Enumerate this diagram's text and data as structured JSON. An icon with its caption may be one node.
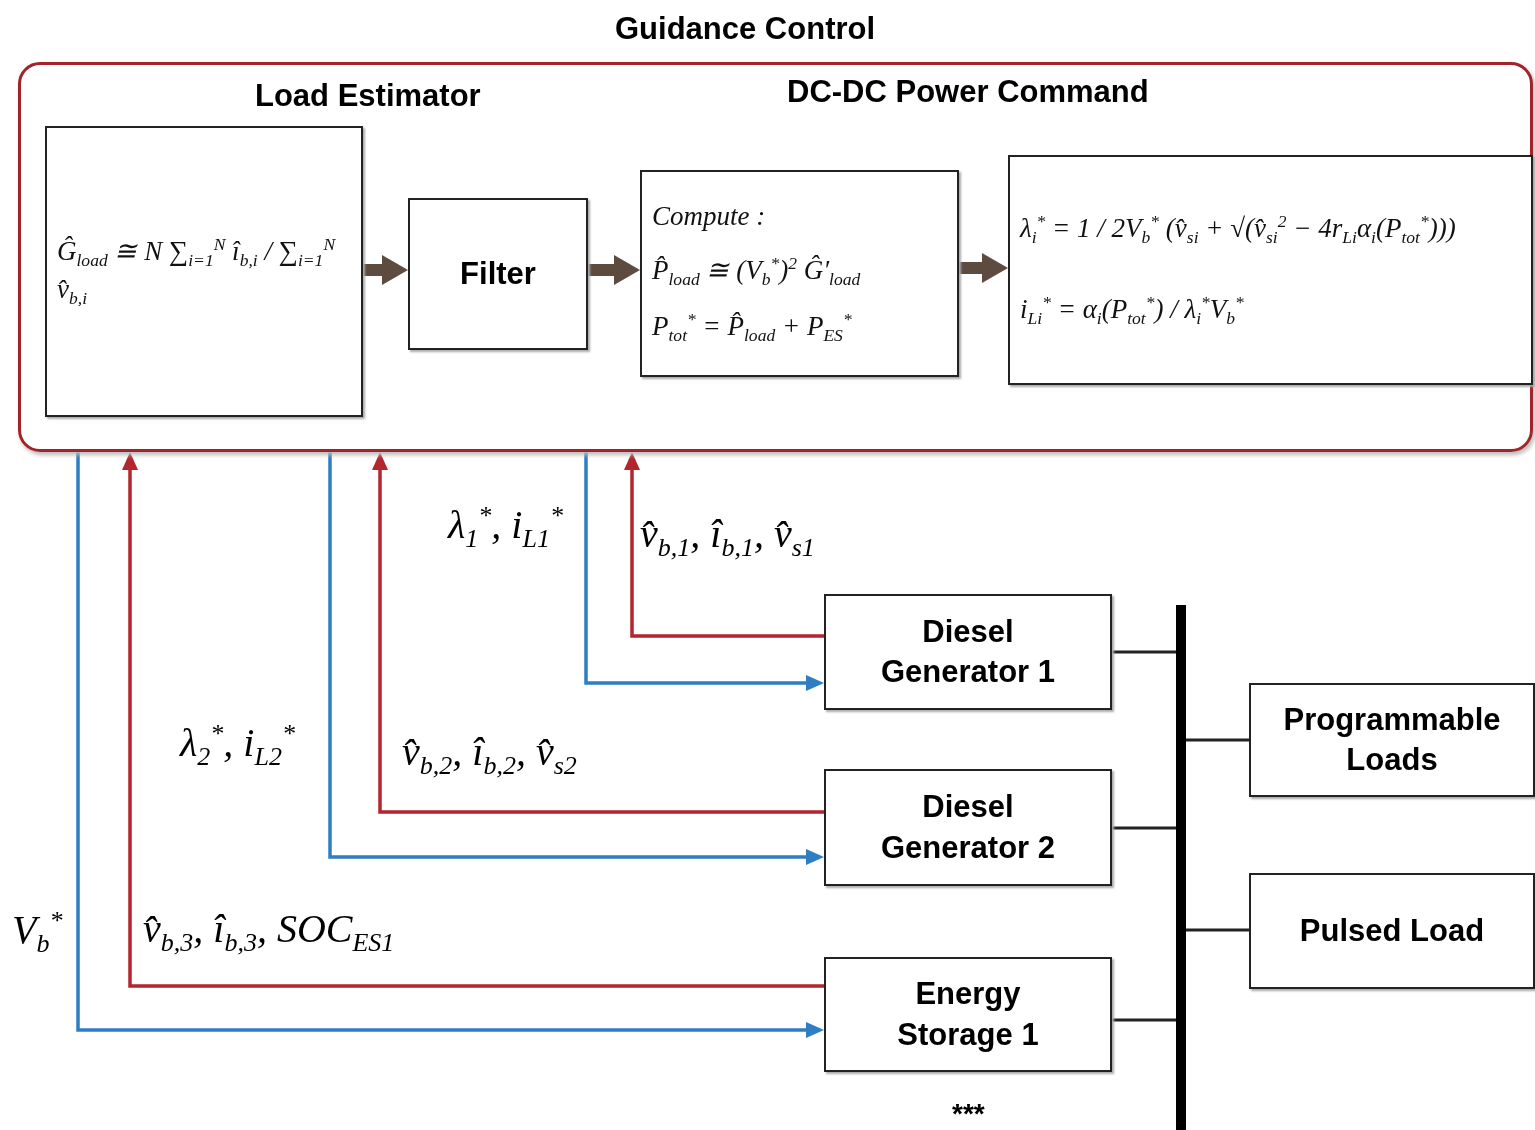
{
  "diagram": {
    "nodes": [
      {
        "text": [
          "Guidance Control"
        ]
      },
      {
        "text": [
          "Load Estimator",
          "Ĝ$_{load}$ ≅ N ∑$_{i=1}$$^{N}$ î$_{b,i}$ / ∑$_{i=1}$$^{N}$ v̂$_{b,i}$"
        ],
        "in": 0
      },
      {
        "text": [
          "Filter"
        ],
        "in": 0
      },
      {
        "text": [
          "Compute :",
          "P̂$_{load}$ ≅ (V$_{b}$$^{*}$)$^{2}$ Ĝ′$_{load}$",
          "P$_{tot}$$^{*}$ = P̂$_{load}$ + P$_{ES}$$^{*}$"
        ],
        "in": 0
      },
      {
        "text": [
          "λ$_{i}$$^{*}$ = 1 / 2V$_{b}$$^{*}$ (v̂$_{si}$ + √(v̂$_{si}$$^{2}$ − 4r$_{Li}$α$_{i}$(P$_{tot}$$^{*}$)))",
          "i$_{Li}$$^{*}$ = α$_{i}$(P$_{tot}$$^{*}$) / λ$_{i}$$^{*}$V$_{b}$$^{*}$"
        ],
        "in": 0
      },
      {
        "text": [
          "Diesel Generator 1"
        ]
      },
      {
        "text": [
          "Diesel Generator 2"
        ]
      },
      {
        "text": [
          "Energy Storage 1"
        ]
      },
      {
        "text": [],
        "shape": "bar"
      },
      {
        "text": [
          "Programmable Loads"
        ]
      },
      {
        "text": [
          "Pulsed Load"
        ]
      }
    ],
    "edges": [
      {
        "from": 1,
        "to": 2,
        "arrow": "to",
        "style": "thick",
        "color": "#5e4b40"
      },
      {
        "from": 2,
        "to": 3,
        "arrow": "to",
        "style": "thick",
        "color": "#5e4b40"
      },
      {
        "from": 3,
        "to": 4,
        "arrow": "to",
        "style": "thick",
        "color": "#5e4b40"
      },
      {
        "from": 0,
        "to": 7,
        "arrow": "to",
        "label": "V$_{b}$$^{*}$",
        "color": "#2e7ec4"
      },
      {
        "from": 7,
        "to": 0,
        "arrow": "to",
        "label": "v̂$_{b,3}$, î$_{b,3}$, SOC$_{ES1}$",
        "color": "#b3262e"
      },
      {
        "from": 0,
        "to": 6,
        "arrow": "to",
        "label": "λ$_{2}$$^{*}$, i$_{L2}$$^{*}$",
        "color": "#2e7ec4"
      },
      {
        "from": 6,
        "to": 0,
        "arrow": "to",
        "label": "v̂$_{b,2}$, î$_{b,2}$, v̂$_{s2}$",
        "color": "#b3262e"
      },
      {
        "from": 0,
        "to": 5,
        "arrow": "to",
        "label": "λ$_{1}$$^{*}$, i$_{L1}$$^{*}$",
        "color": "#2e7ec4"
      },
      {
        "from": 5,
        "to": 0,
        "arrow": "to",
        "label": "v̂$_{b,1}$, î$_{b,1}$, v̂$_{s1}$",
        "color": "#b3262e"
      },
      {
        "from": 5,
        "to": 8,
        "arrow": "none"
      },
      {
        "from": 6,
        "to": 8,
        "arrow": "none"
      },
      {
        "from": 7,
        "to": 8,
        "arrow": "none"
      },
      {
        "from": 8,
        "to": 9,
        "arrow": "none"
      },
      {
        "from": 8,
        "to": 10,
        "arrow": "none"
      }
    ],
    "labels": [
      "DC-DC Power Command",
      "***"
    ]
  }
}
